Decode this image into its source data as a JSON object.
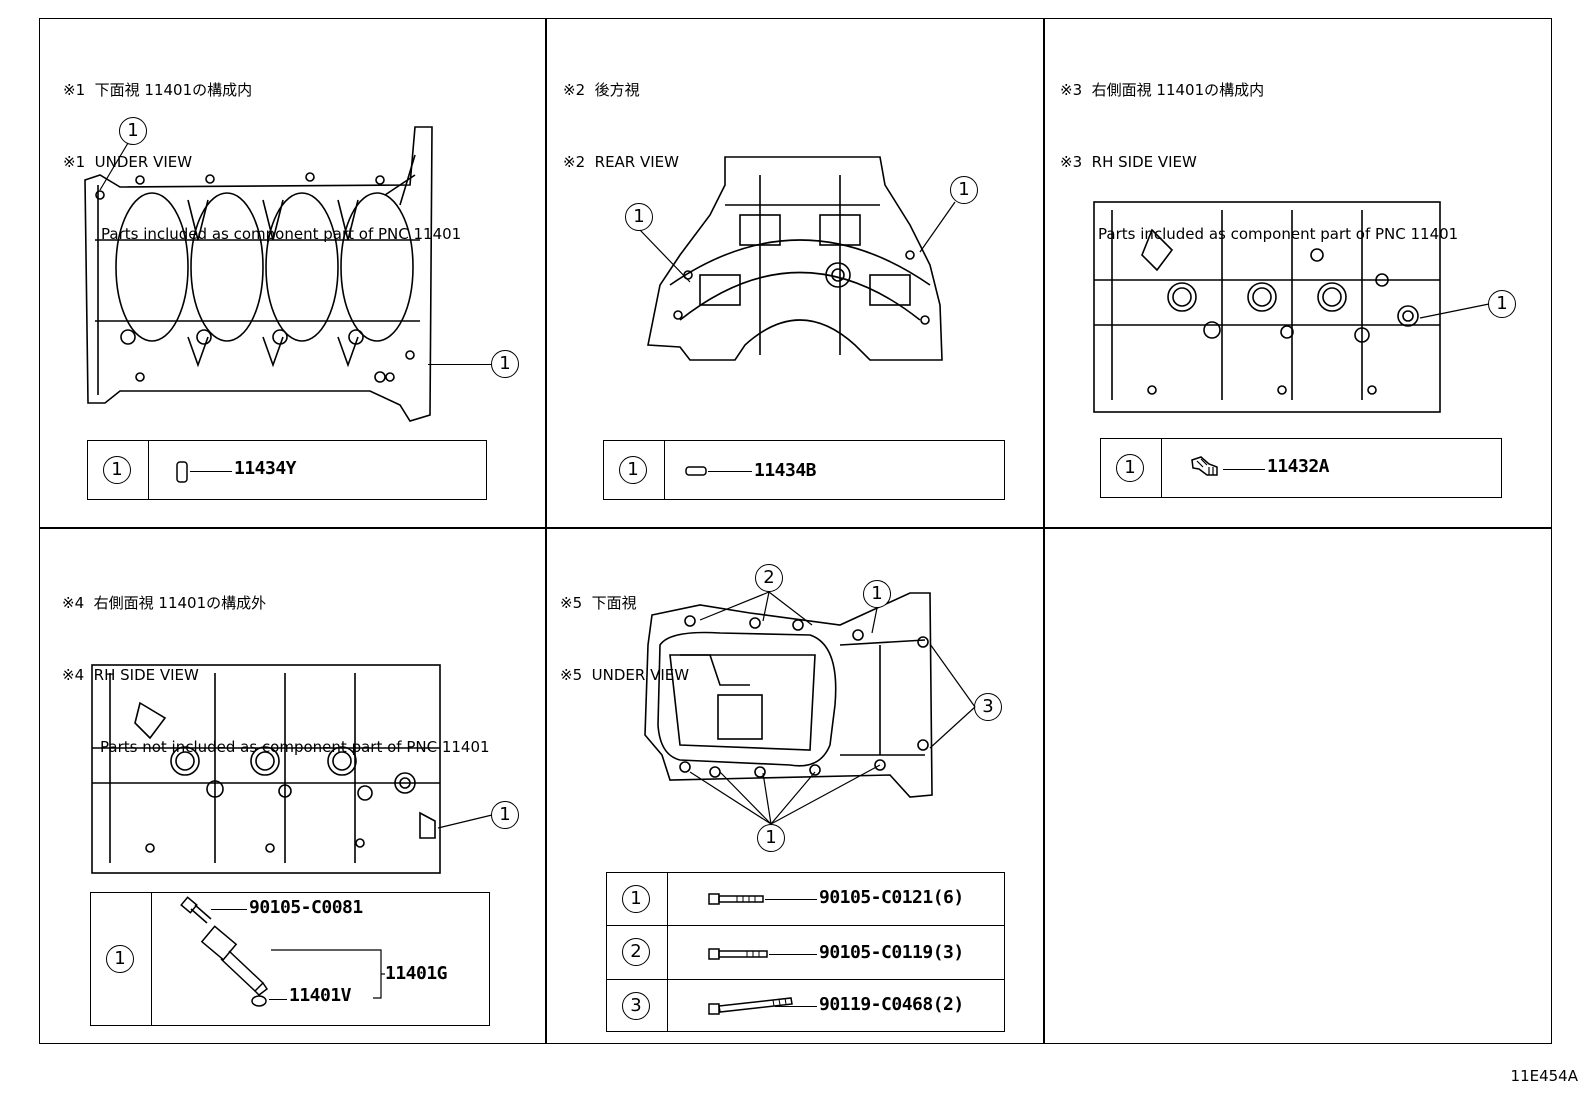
{
  "panels": [
    {
      "header": [
        "※1  下面視 11401の構成内",
        "※1  UNDER VIEW",
        "Parts included as component part of PNC 11401"
      ],
      "parts": [
        {
          "no": "1",
          "pn": "11434Y"
        }
      ],
      "callouts": [
        "1",
        "1"
      ]
    },
    {
      "header": [
        "※2  後方視",
        "※2  REAR VIEW"
      ],
      "parts": [
        {
          "no": "1",
          "pn": "11434B"
        }
      ],
      "callouts": [
        "1",
        "1"
      ]
    },
    {
      "header": [
        "※3  右側面視 11401の構成内",
        "※3  RH SIDE VIEW",
        "Parts included as component part of PNC 11401"
      ],
      "parts": [
        {
          "no": "1",
          "pn": "11432A"
        }
      ],
      "callouts": [
        "1"
      ]
    },
    {
      "header": [
        "※4  右側面視 11401の構成外",
        "※4  RH SIDE VIEW",
        "Parts not included as component part of PNC 11401"
      ],
      "parts": [
        {
          "no": "1",
          "pn_a": "90105-C0081",
          "pn_b": "11401V",
          "pn_c": "11401G"
        }
      ],
      "callouts": [
        "1"
      ]
    },
    {
      "header": [
        "※5  下面視",
        "※5  UNDER VIEW"
      ],
      "parts": [
        {
          "no": "1",
          "pn": "90105-C0121(6)"
        },
        {
          "no": "2",
          "pn": "90105-C0119(3)"
        },
        {
          "no": "3",
          "pn": "90119-C0468(2)"
        }
      ],
      "callouts": [
        "2",
        "1",
        "3",
        "1"
      ]
    }
  ],
  "figure_code": "11E454A"
}
